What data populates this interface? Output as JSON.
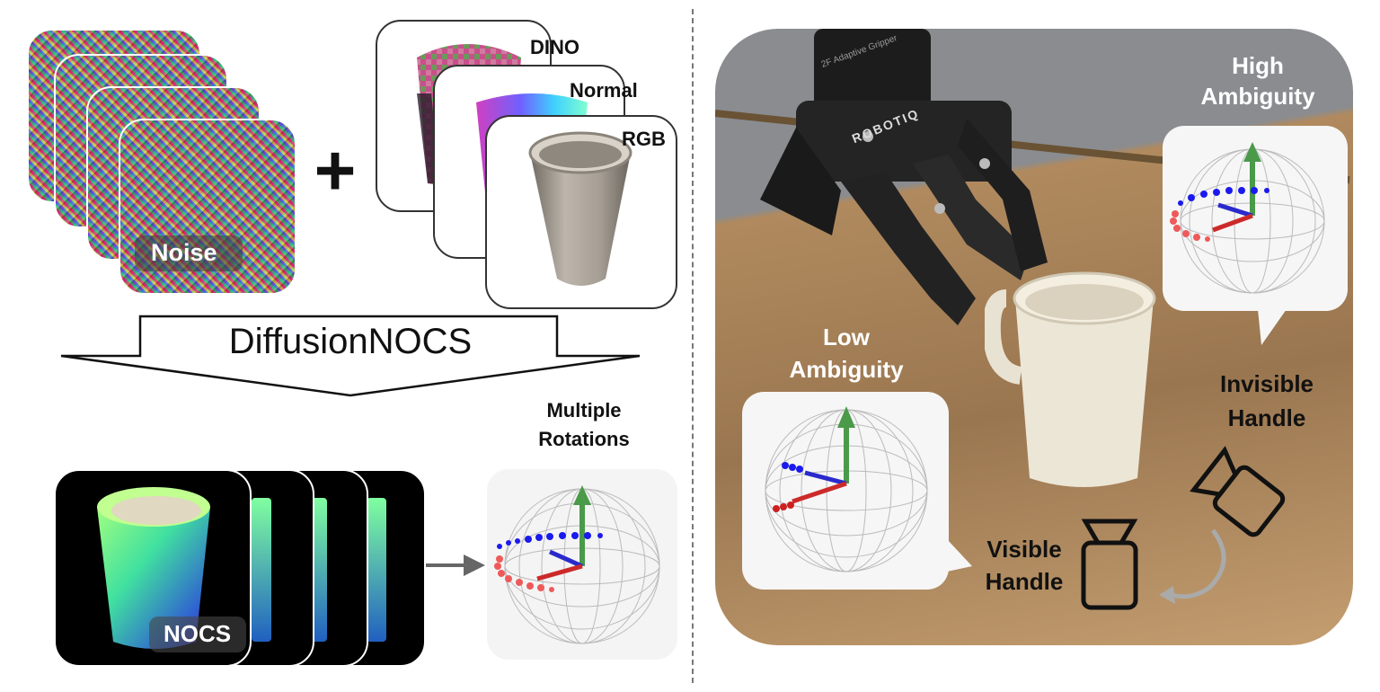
{
  "left_panel": {
    "noise_label": "Noise",
    "plus_symbol": "+",
    "feature_labels": [
      "DINO",
      "Normal",
      "RGB"
    ],
    "model_name": "DiffusionNOCS",
    "output_label": "NOCS",
    "rotations_label_line1": "Multiple",
    "rotations_label_line2": "Rotations"
  },
  "right_panel": {
    "high_ambiguity_line1": "High",
    "high_ambiguity_line2": "Ambiguity",
    "low_ambiguity_line1": "Low",
    "low_ambiguity_line2": "Ambiguity",
    "invisible_handle_line1": "Invisible",
    "invisible_handle_line2": "Handle",
    "visible_handle_line1": "Visible",
    "visible_handle_line2": "Handle",
    "gripper_brand": "ROBOTIQ",
    "gripper_model": "2F Adaptive Gripper"
  },
  "colors": {
    "axis_green": "#4a9a4a",
    "axis_blue": "#2a2acc",
    "axis_red": "#cc2a2a",
    "table_wood": "#b08a5e",
    "wall_gray": "#8a8c90"
  }
}
